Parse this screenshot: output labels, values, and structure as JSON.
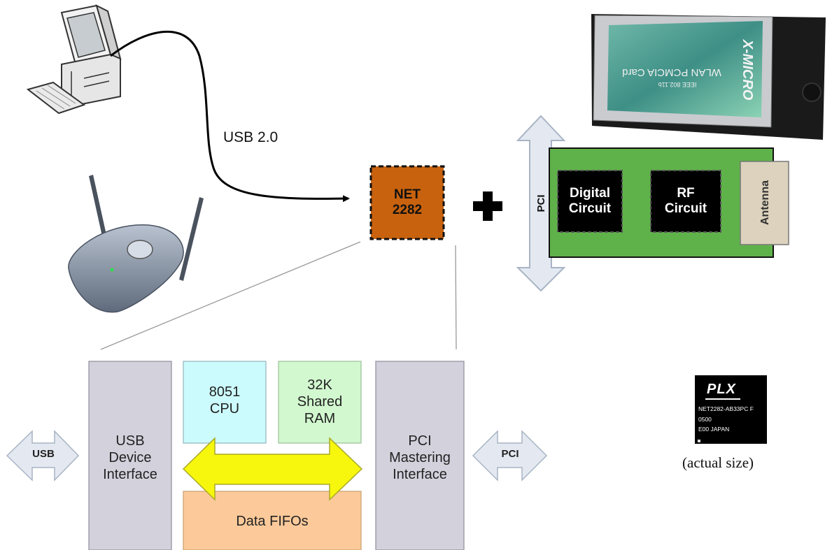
{
  "usb_link": {
    "label": "USB 2.0"
  },
  "chip": {
    "label": "NET\n2282"
  },
  "plus_sign": "+",
  "pci_bus_vertical": {
    "label": "PCI"
  },
  "wlan_board": {
    "digital": "Digital\nCircuit",
    "rf": "RF\nCircuit",
    "antenna": "Antenna"
  },
  "pcmcia_card": {
    "brand": "X-MICRO",
    "product": "WLAN PCMCIA Card",
    "standard": "IEEE 802.11b"
  },
  "blocks": {
    "usb_interface": "USB\nDevice\nInterface",
    "cpu": "8051\nCPU",
    "ram": "32K\nShared\nRAM",
    "pci_interface": "PCI\nMastering\nInterface",
    "fifos": "Data FIFOs"
  },
  "side_arrows": {
    "usb": "USB",
    "pci": "PCI"
  },
  "chip_photo": {
    "logo": "PLX",
    "line1": "NET2282-AB33PC F",
    "line2": "0500",
    "line3": "E00 JAPAN",
    "caption": "(actual size)"
  },
  "colors": {
    "chip_fill": "#c8620e",
    "board_green": "#5fb24a",
    "block_gray": "#d3d1dc",
    "cpu_cyan": "#ccfbfd",
    "ram_green": "#d2f8cf",
    "fifo_orange": "#fcca9a",
    "bus_yellow": "#f7f70d",
    "arrow_light": "#e4e9f1"
  }
}
